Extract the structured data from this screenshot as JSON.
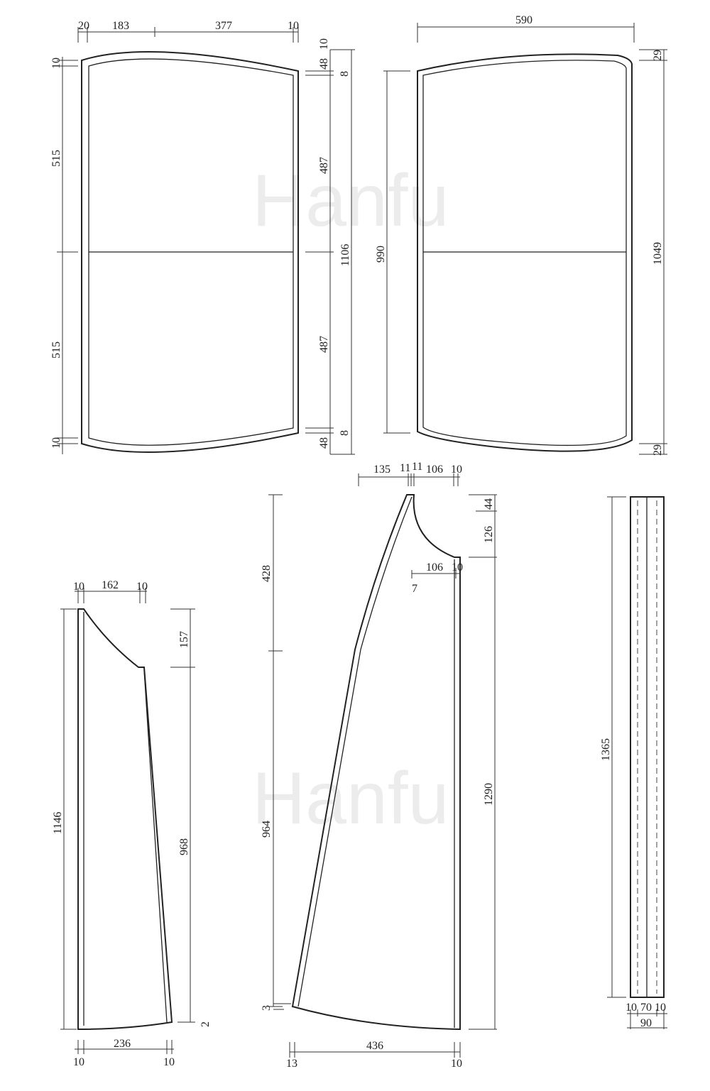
{
  "watermark": "Hanfu",
  "front_panel": {
    "top_widths": [
      "20",
      "183",
      "377",
      "10"
    ],
    "left_heights": [
      "10",
      "515",
      "515",
      "10"
    ],
    "right_inner": [
      "10",
      "48",
      "8",
      "487",
      "487",
      "8",
      "48"
    ],
    "total_height": "1106"
  },
  "back_panel": {
    "width": "590",
    "inner_height": "990",
    "right_total": "1049",
    "top_offset": "29",
    "bottom_offset": "29"
  },
  "side_piece": {
    "top": [
      "10",
      "162",
      "10"
    ],
    "height": "1146",
    "right": [
      "157",
      "968",
      "2"
    ],
    "bottom": [
      "236",
      "10",
      "10"
    ]
  },
  "sleeve_piece": {
    "top": [
      "135",
      "11",
      "11",
      "106",
      "10"
    ],
    "mid": [
      "106",
      "10",
      "7"
    ],
    "right": [
      "44",
      "126",
      "1290"
    ],
    "left": [
      "428",
      "964",
      "3"
    ],
    "bottom": [
      "436",
      "13",
      "10"
    ]
  },
  "collar_strip": {
    "height": "1365",
    "widths": [
      "10",
      "70",
      "10"
    ],
    "total": "90"
  }
}
